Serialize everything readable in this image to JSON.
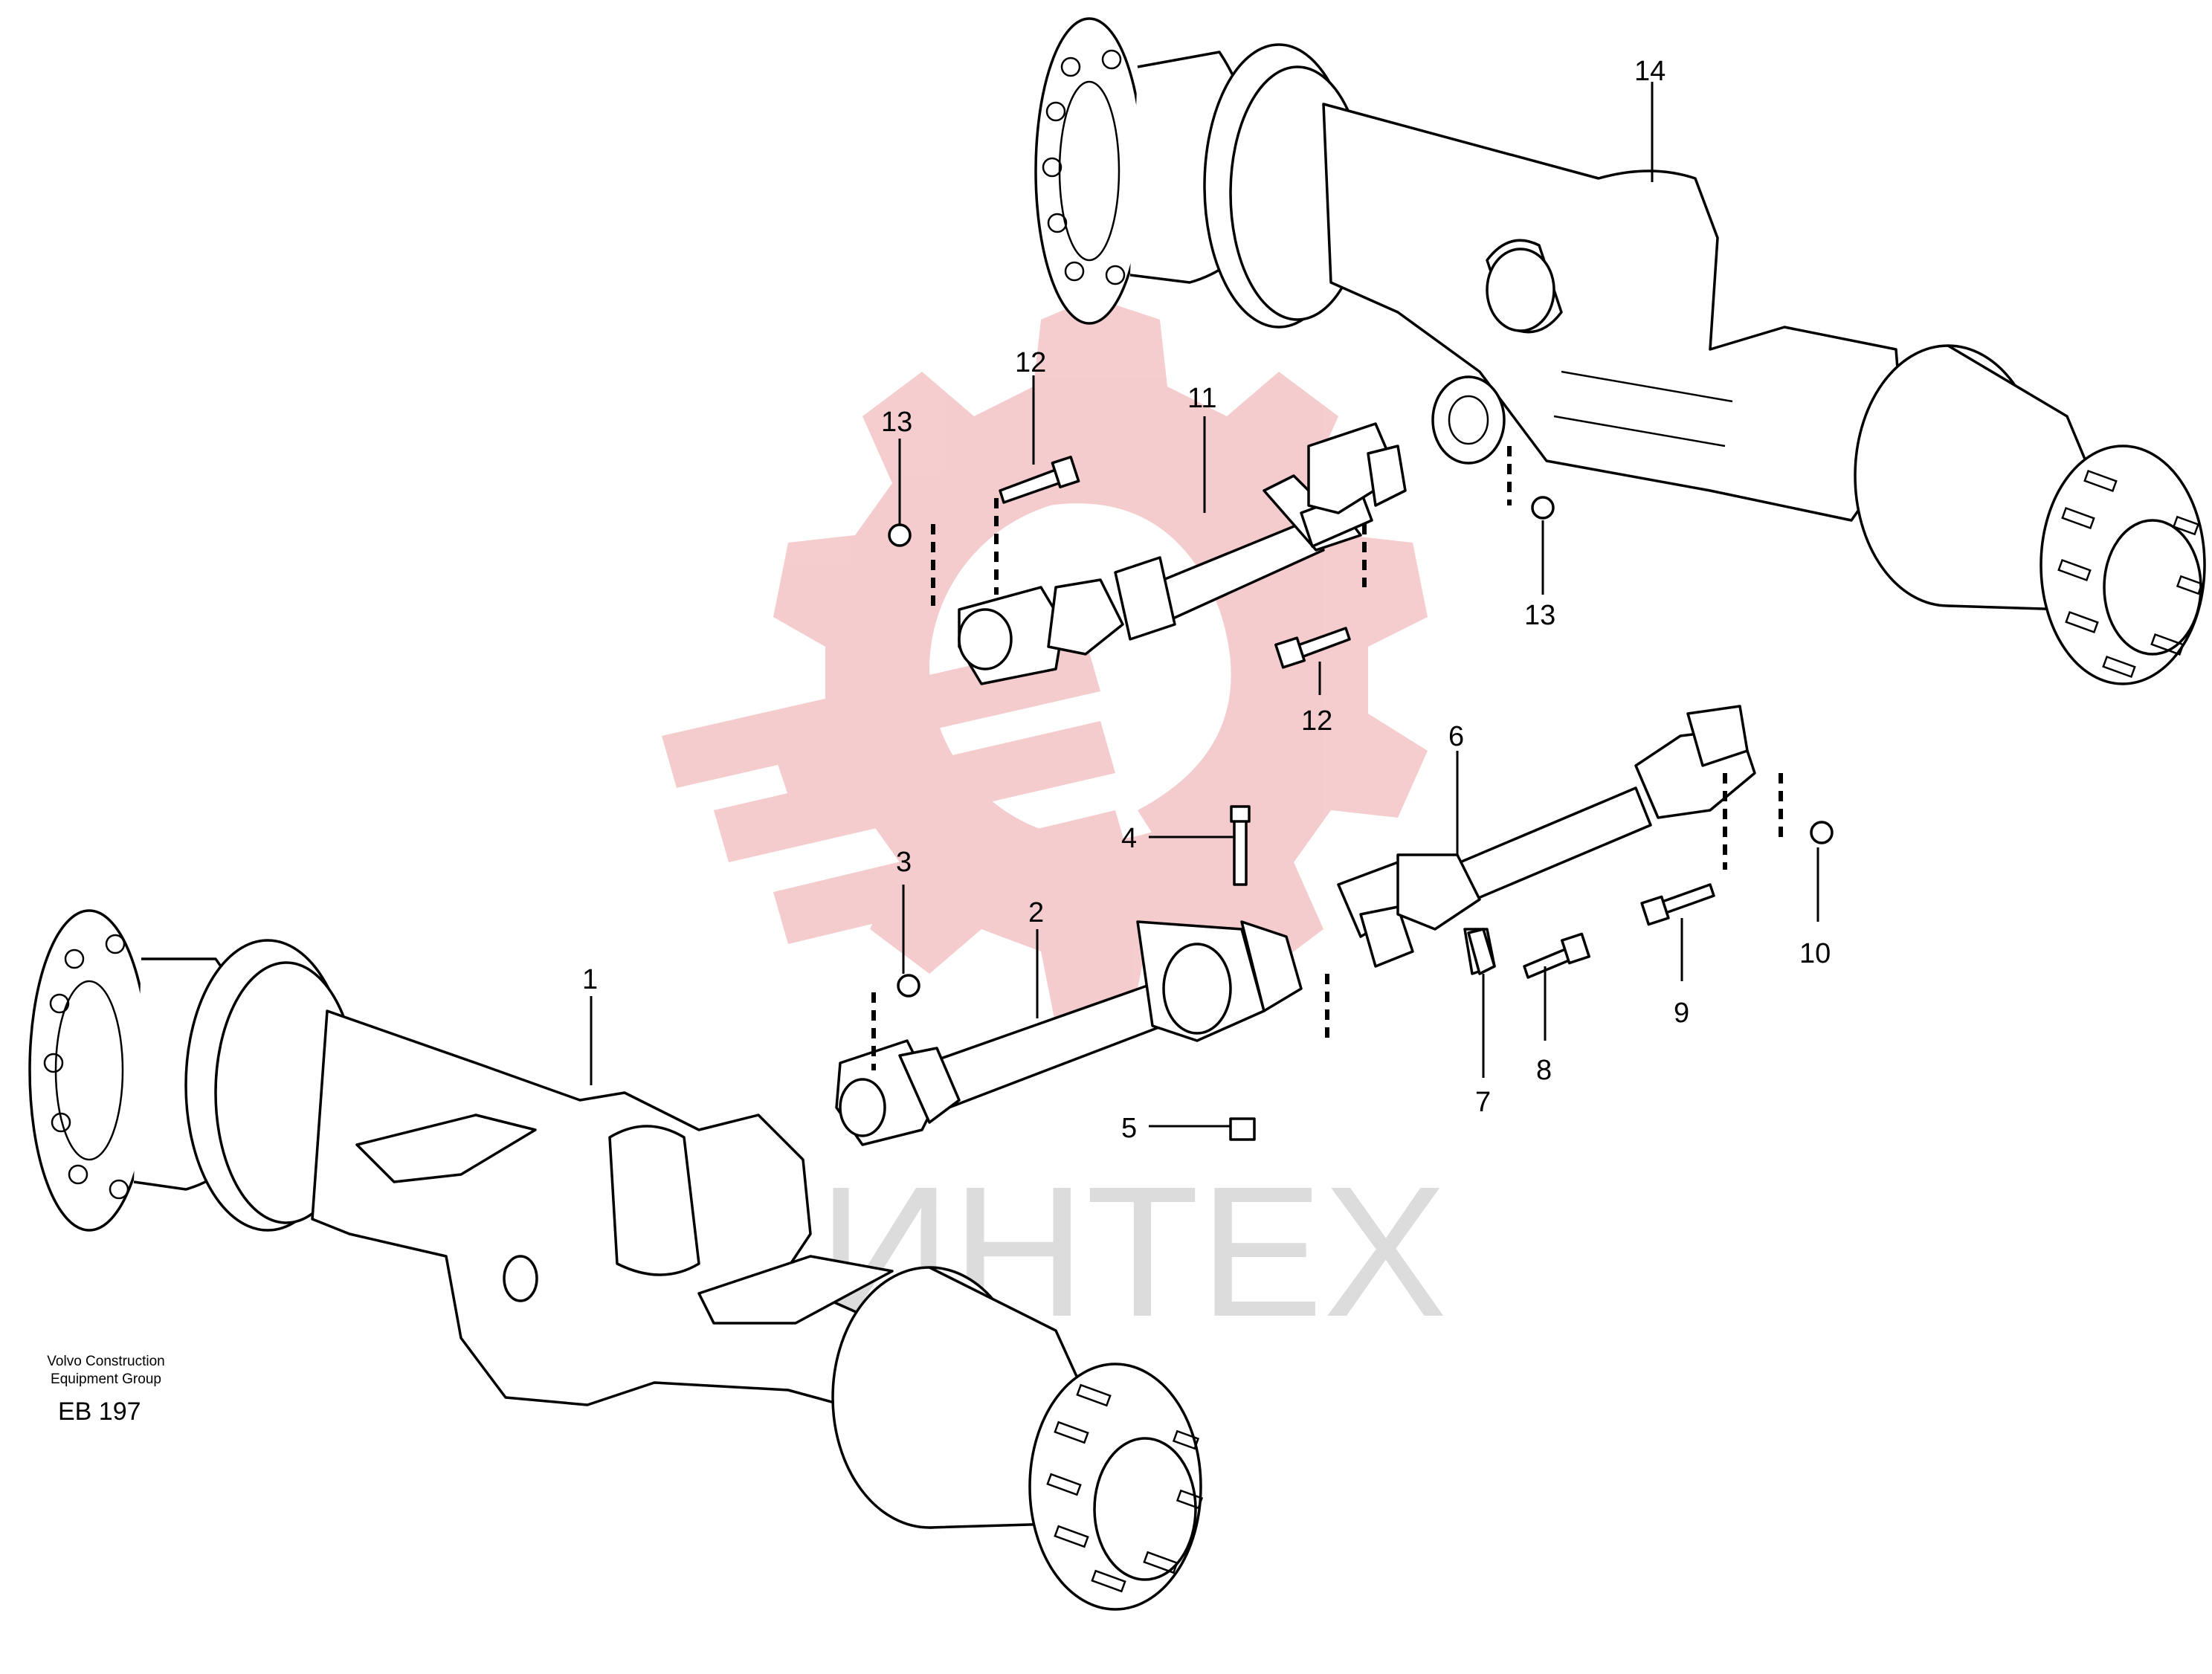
{
  "watermark": {
    "text": "ИНТЕХ",
    "logo_color": "#f3c4c6",
    "text_color": "#dcdcdc"
  },
  "footer": {
    "org_line1": "Volvo Construction",
    "org_line2": "Equipment Group",
    "code": "EB 197"
  },
  "callouts": {
    "c1": "1",
    "c2": "2",
    "c3": "3",
    "c4": "4",
    "c5": "5",
    "c6": "6",
    "c7": "7",
    "c8": "8",
    "c9": "9",
    "c10": "10",
    "c11": "11",
    "c12_top": "12",
    "c12_bottom": "12",
    "c13_left": "13",
    "c13_right": "13",
    "c14": "14"
  },
  "colors": {
    "ink": "#000000",
    "paper": "#ffffff"
  }
}
